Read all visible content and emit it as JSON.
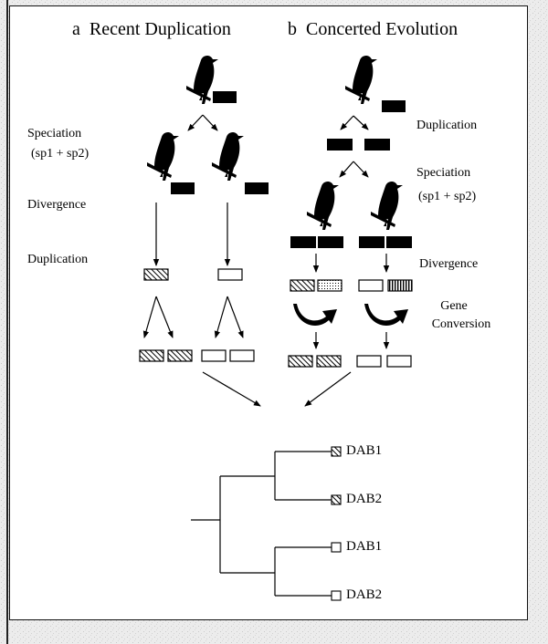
{
  "panel_a": {
    "letter": "a",
    "title": "Recent Duplication"
  },
  "panel_b": {
    "letter": "b",
    "title": "Concerted Evolution"
  },
  "labels_a": {
    "speciation": "Speciation",
    "species": "(sp1 + sp2)",
    "divergence": "Divergence",
    "duplication": "Duplication"
  },
  "labels_b": {
    "duplication": "Duplication",
    "speciation": "Speciation",
    "species": "(sp1 + sp2)",
    "divergence": "Divergence",
    "gene": "Gene",
    "conversion": "Conversion"
  },
  "tree": {
    "leaves": [
      "DAB1",
      "DAB2",
      "DAB1",
      "DAB2"
    ],
    "leaf_patterns": [
      "hatched",
      "hatched",
      "open",
      "open"
    ]
  },
  "gene_patterns": [
    "solid",
    "hatched",
    "dotted",
    "open",
    "vertical"
  ],
  "icons": [
    "bird-icon",
    "gene-box",
    "conversion-arrow-icon"
  ],
  "colors": {
    "ink": "#000000",
    "panel": "#ffffff",
    "background": "#e9e9e9"
  }
}
